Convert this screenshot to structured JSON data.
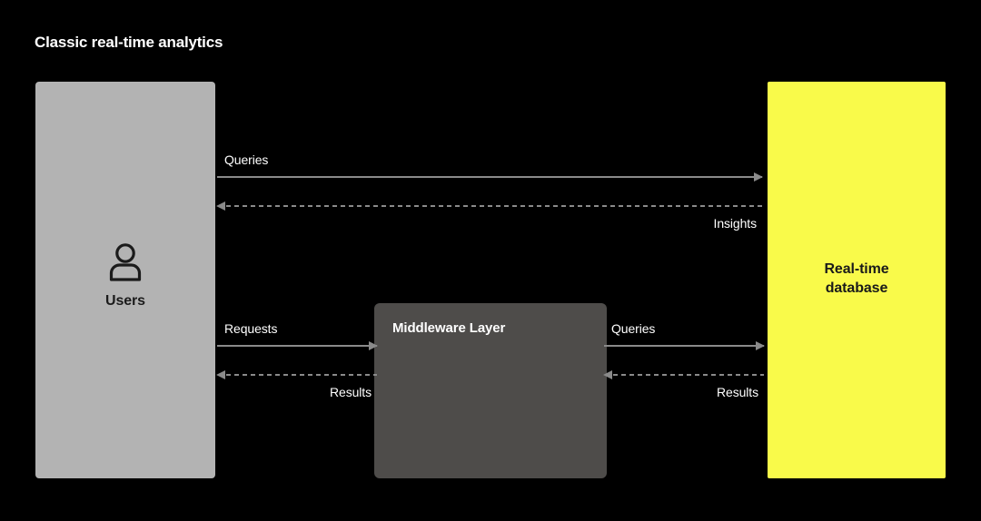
{
  "title": "Classic real-time analytics",
  "nodes": {
    "users": {
      "label": "Users",
      "icon": "user-icon",
      "color": "#b3b3b3"
    },
    "middleware": {
      "label": "Middleware Layer",
      "color": "#4e4c4a"
    },
    "database": {
      "label_line1": "Real-time",
      "label_line2": "database",
      "color": "#f9fa4a"
    }
  },
  "edges": [
    {
      "id": "queries-top",
      "label": "Queries",
      "from": "users",
      "to": "database",
      "style": "solid",
      "direction": "right"
    },
    {
      "id": "insights",
      "label": "Insights",
      "from": "database",
      "to": "users",
      "style": "dashed",
      "direction": "left"
    },
    {
      "id": "requests",
      "label": "Requests",
      "from": "users",
      "to": "middleware",
      "style": "solid",
      "direction": "right"
    },
    {
      "id": "results-left",
      "label": "Results",
      "from": "middleware",
      "to": "users",
      "style": "dashed",
      "direction": "left"
    },
    {
      "id": "queries-mid",
      "label": "Queries",
      "from": "middleware",
      "to": "database",
      "style": "solid",
      "direction": "right"
    },
    {
      "id": "results-right",
      "label": "Results",
      "from": "database",
      "to": "middleware",
      "style": "dashed",
      "direction": "left"
    }
  ],
  "colors": {
    "background": "#000000",
    "connector": "#8a8a8a",
    "text_light": "#ffffff",
    "text_dark": "#1a1a1a"
  }
}
